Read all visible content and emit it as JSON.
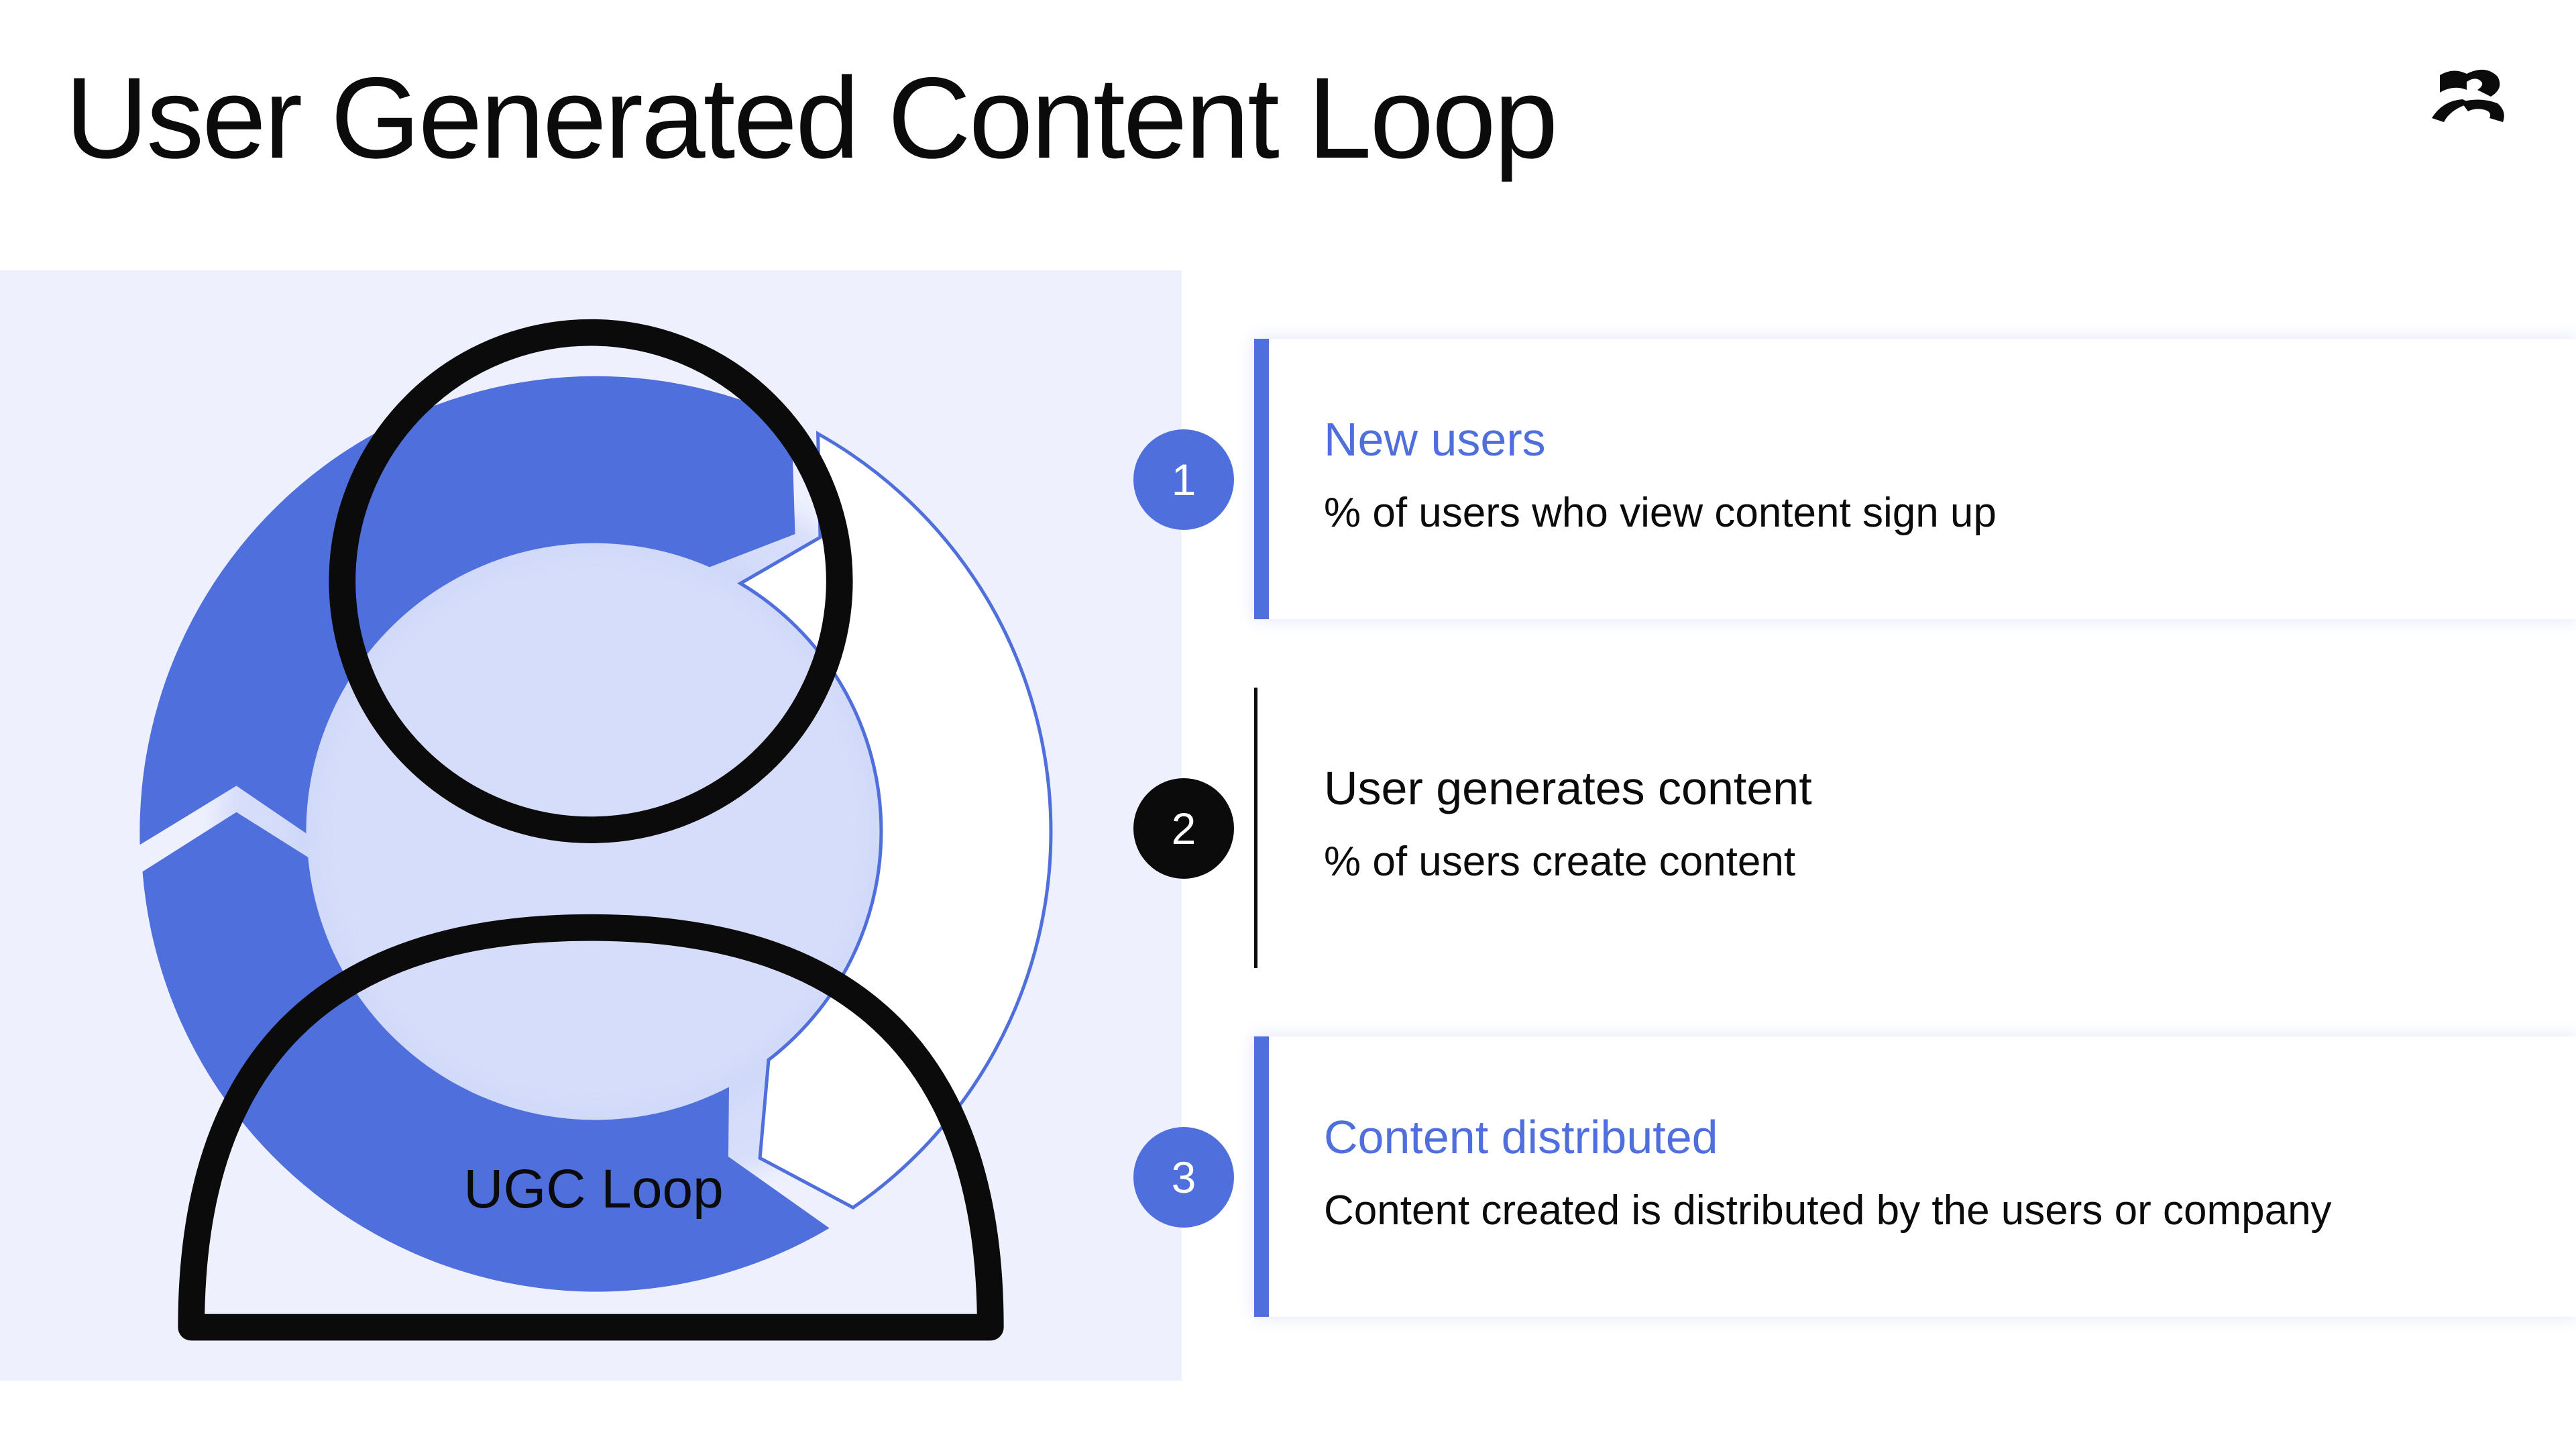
{
  "slide": {
    "title": "User Generated Content Loop",
    "logo_icon": "brand-logo-icon"
  },
  "diagram": {
    "center_label": "UGC Loop",
    "center_icon": "person-icon",
    "colors": {
      "accent": "#4f6fdc",
      "panel_background": "#eef1fd",
      "dark": "#0b0b0b"
    }
  },
  "steps": [
    {
      "number": "1",
      "heading": "New users",
      "text": "% of users who view content sign up",
      "style": "accent"
    },
    {
      "number": "2",
      "heading": "User generates content",
      "text": "% of users create content",
      "style": "dark"
    },
    {
      "number": "3",
      "heading": "Content distributed",
      "text": "Content created is distributed by the users or company",
      "style": "accent"
    }
  ]
}
